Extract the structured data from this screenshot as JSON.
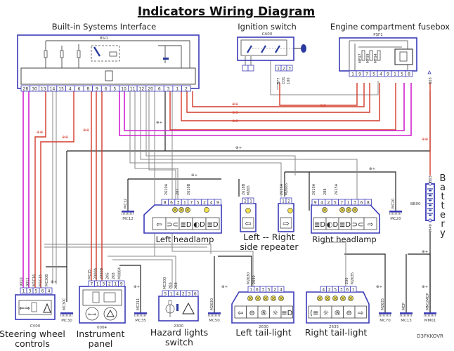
{
  "title": "Indicators Wiring Diagram",
  "components": {
    "bsi": {
      "label": "Built-in Systems Interface",
      "code": "BSI1"
    },
    "ignition": {
      "label": "Ignition switch",
      "code": "CA00",
      "pins": [
        "1",
        "2",
        "3"
      ],
      "wires": [
        "BF7",
        "CO1",
        "100"
      ]
    },
    "fusebox": {
      "label": "Engine compartment fusebox",
      "code": "PSF1",
      "fuses": [
        "MF07",
        "MF09",
        "MF04"
      ],
      "pins": [
        "1",
        "9",
        "7",
        "5",
        "4",
        "9",
        "1",
        "5",
        "8"
      ],
      "out": "B03"
    },
    "left_headlamp": {
      "label": "Left headlamp",
      "pins": [
        "8",
        "6",
        "3",
        "1",
        "7",
        "5",
        "2",
        "4",
        "9"
      ],
      "wires": [
        "2610A",
        "287",
        "2610B"
      ]
    },
    "side_repeater": {
      "label_top": "Left -- Right",
      "label_bottom": "side repeater",
      "left_pins": [
        "2",
        "1"
      ],
      "right_pins": [
        "1",
        "2"
      ],
      "left_wires": [
        "2618B",
        "M265"
      ],
      "right_wires": [
        "2616A",
        "M2665"
      ]
    },
    "right_headlamp": {
      "label": "Right headlamp",
      "pins": [
        "9",
        "4",
        "2",
        "5",
        "7",
        "1",
        "3",
        "6",
        "8"
      ],
      "wires": [
        "2610A",
        "288",
        "2615A"
      ]
    },
    "battery": {
      "label": "Battery",
      "code": "BB00",
      "top_wire": "B03",
      "bottom_wire": "M49"
    },
    "steering": {
      "label_line1": "Steering wheel",
      "label_line2": "controls",
      "code": "CV00",
      "pins": [
        "1",
        "3",
        "5",
        "6",
        "4"
      ],
      "wires": [
        "9010",
        "9011",
        "M1C16",
        "M1C15",
        "MC30B"
      ]
    },
    "instrument": {
      "label_line1": "Instrument",
      "label_line2": "panel",
      "code": "0004",
      "pins": [
        "7",
        "1",
        "3",
        "2",
        "1",
        "9"
      ],
      "wires": [
        "MC15",
        "2000A",
        "2000B",
        "2K6",
        "2K8",
        "M0004"
      ]
    },
    "hazard": {
      "label_line1": "Hazard lights",
      "label_line2": "switch",
      "code": "2300",
      "pins": [
        "5",
        "1",
        "4",
        "2",
        "3",
        "6"
      ],
      "wires": [
        "MC300",
        "2K6",
        "2K8"
      ]
    },
    "left_tail": {
      "label": "Left tail-light",
      "code": "2630",
      "pins": [
        "1",
        "6",
        "3",
        "5",
        "2",
        "4"
      ],
      "wires": [
        "M2630",
        "2630"
      ]
    },
    "right_tail": {
      "label": "Right tail-light",
      "code": "2635",
      "pins": [
        "4",
        "2",
        "5",
        "3",
        "6",
        "1"
      ],
      "wires": [
        "230",
        "M2635"
      ]
    }
  },
  "grounds": [
    "MC12",
    "MC20",
    "MC30",
    "MC35",
    "MC50",
    "MC70",
    "MC13",
    "MM01"
  ],
  "ground_wires": [
    "MC12",
    "MC20",
    "MC30C",
    "MC311",
    "M2630",
    "M2635",
    "MCP",
    "MM1/MCP"
  ],
  "bsi_connector_pins": [
    "28",
    "30",
    "13",
    "14",
    "15",
    "4",
    "6",
    "8",
    "9",
    "6",
    "5",
    "10",
    "11",
    "12",
    "20",
    "6",
    "3",
    "1",
    "2"
  ],
  "wire_markers": {
    "feed": "⊕+",
    "signal": "⊕⊕"
  },
  "reference": "D3FKKOVR",
  "colors": {
    "box": "#3a3ab8",
    "red_wire": "#d23a2a",
    "magenta_wire": "#d020d0",
    "gray_wire": "#888888",
    "black_wire": "#222222",
    "lamp": "#f1e04a"
  }
}
